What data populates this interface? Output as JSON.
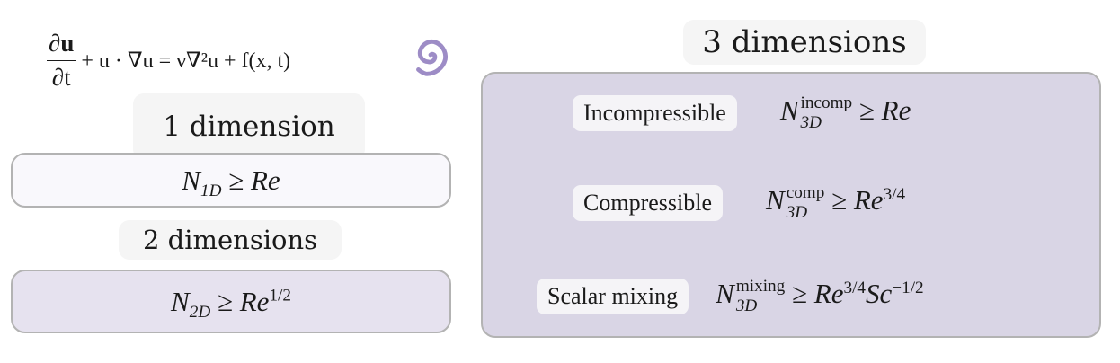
{
  "equation": {
    "frac_num": "∂u",
    "frac_den": "∂t",
    "rest": "+ u · ∇u = ν∇²u + f(x, t)"
  },
  "icons": {
    "logo": "spiral-icon",
    "logo_color": "#9d8cc6"
  },
  "dim1": {
    "label": "1 dimension",
    "formula": {
      "lhs": "N",
      "sub": "1D",
      "op": "≥",
      "rhs": "Re"
    }
  },
  "dim2": {
    "label": "2 dimensions",
    "formula": {
      "lhs": "N",
      "sub": "2D",
      "op": "≥",
      "rhs": "Re",
      "exp": "1/2"
    }
  },
  "dim3": {
    "label": "3 dimensions",
    "rows": [
      {
        "label": "Incompressible",
        "sup": "incomp",
        "sub": "3D",
        "lhs": "N",
        "op": "≥",
        "rhs": "Re"
      },
      {
        "label": "Compressible",
        "sup": "comp",
        "sub": "3D",
        "lhs": "N",
        "op": "≥",
        "rhs": "Re",
        "exp": "3/4"
      },
      {
        "label": "Scalar mixing",
        "sup": "mixing",
        "sub": "3D",
        "lhs": "N",
        "op": "≥",
        "rhs": "Re",
        "exp": "3/4",
        "rhs2": "Sc",
        "exp2": "−1/2"
      }
    ]
  },
  "colors": {
    "box_border": "#b3b3b3",
    "box1_fill": "#f9f8fc",
    "box2_fill": "#e6e2ef",
    "box3_fill": "#d9d5e5"
  }
}
